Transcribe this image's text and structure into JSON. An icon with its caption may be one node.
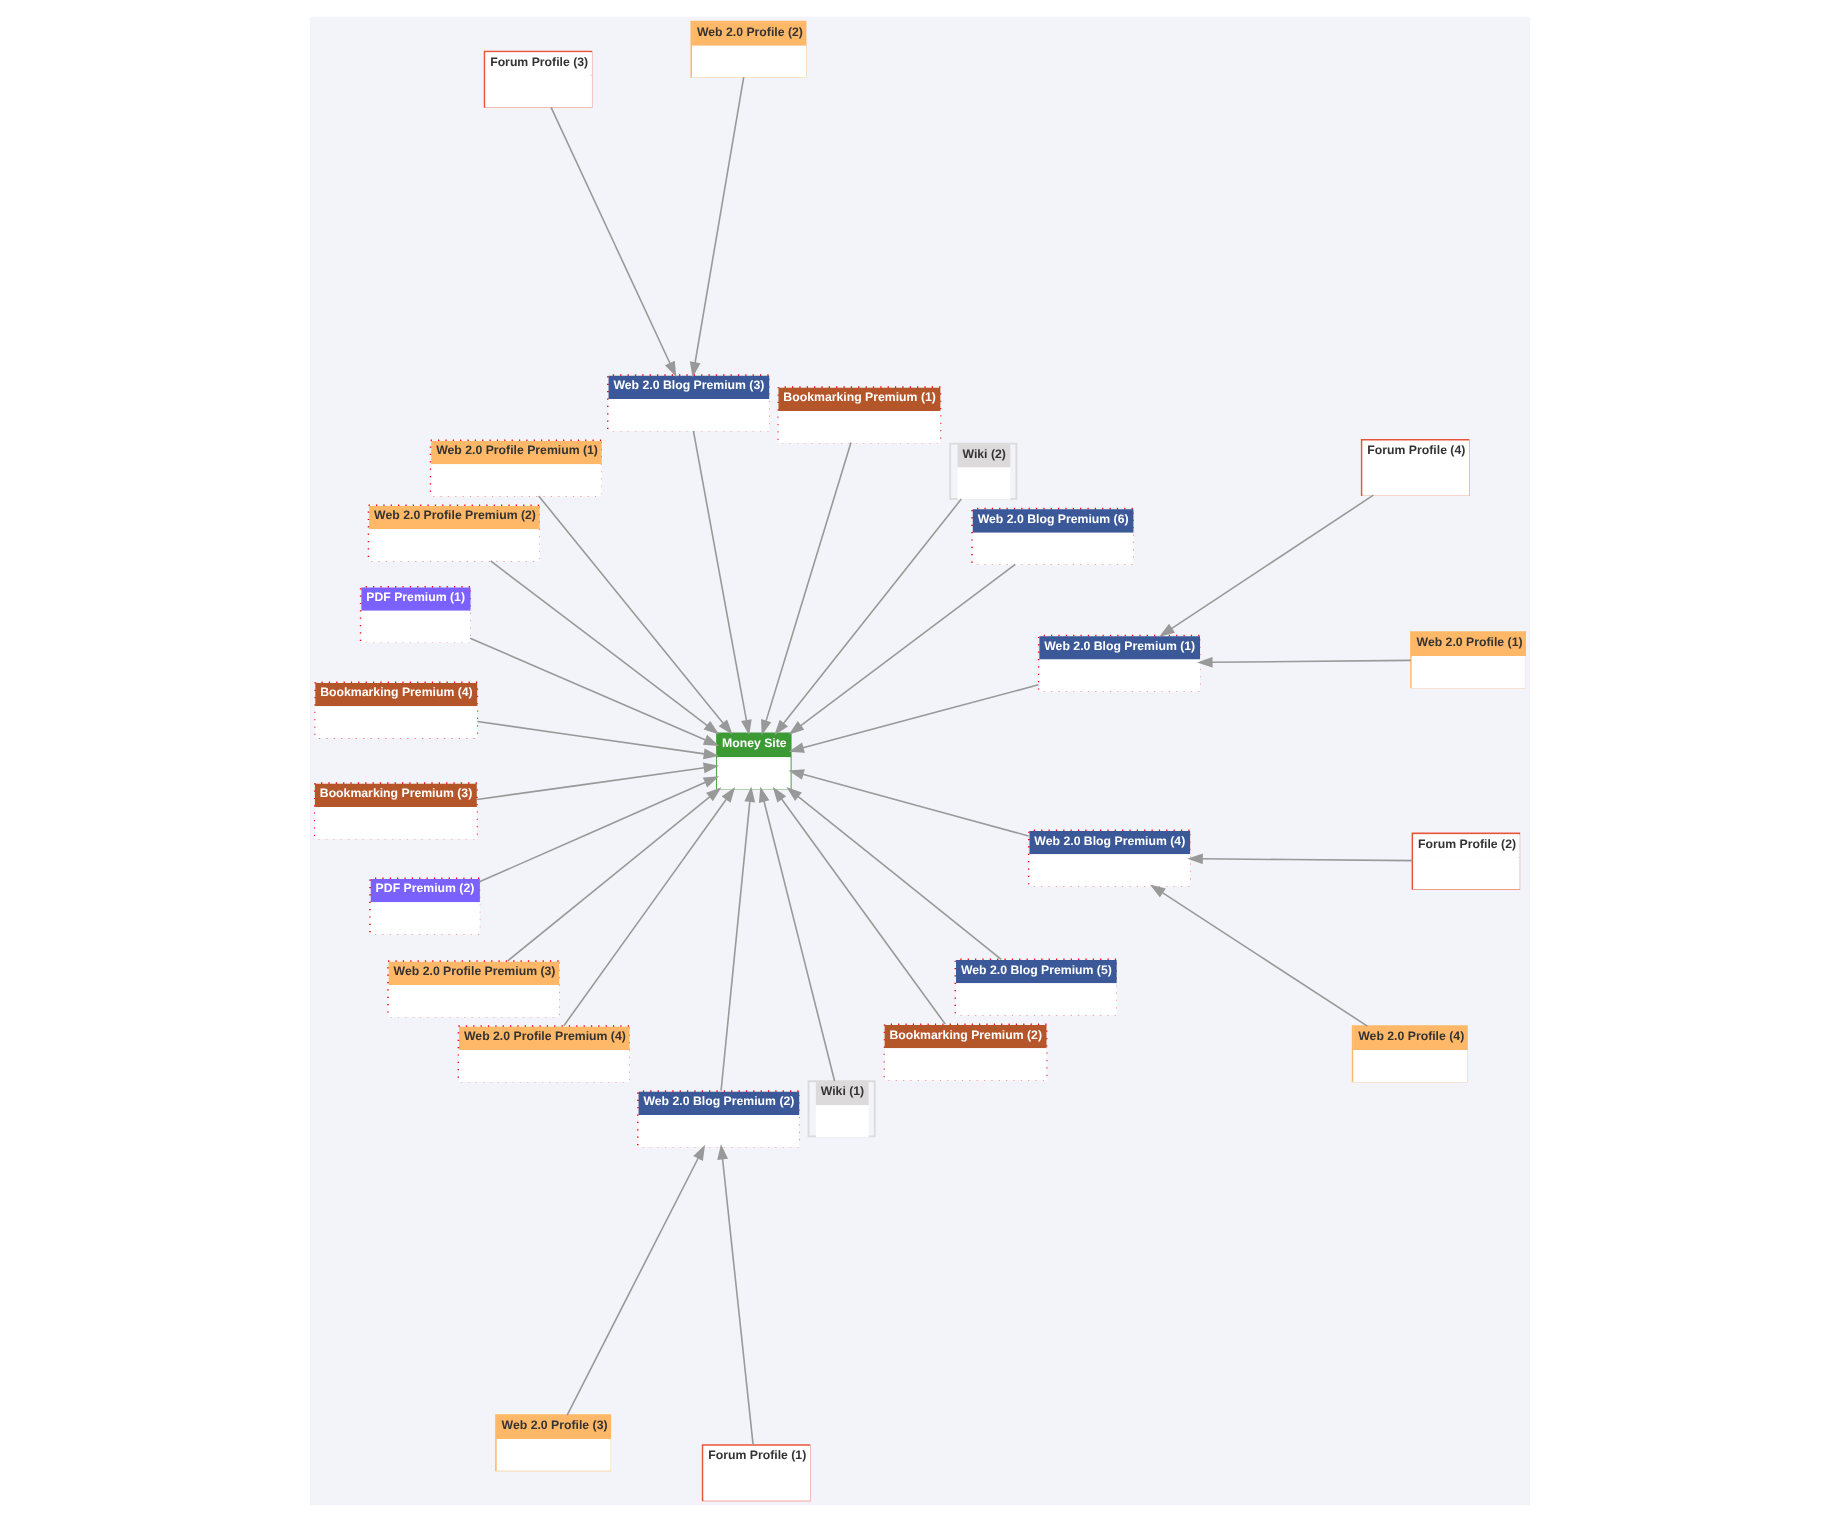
{
  "diagram": {
    "nodes": [
      {
        "text": [
          "Web 2.0 Profile (1)"
        ]
      },
      {
        "text": [
          "Web 2.0 Profile (2)"
        ]
      },
      {
        "text": [
          "Forum Profile (4)"
        ]
      },
      {
        "text": [
          "Web 2.0 Blog Premium (1)"
        ]
      },
      {
        "text": [
          "Web 2.0 Blog Premium (6)"
        ]
      },
      {
        "text": [
          "Wiki (2)"
        ]
      },
      {
        "text": [
          "Bookmarking Premium (1)"
        ]
      },
      {
        "text": [
          "Web 2.0 Blog Premium (3)"
        ]
      },
      {
        "text": [
          "Forum Profile (3)"
        ]
      },
      {
        "text": [
          "Web 2.0 Profile Premium (1)"
        ]
      },
      {
        "text": [
          "Web 2.0 Profile Premium (2)"
        ]
      },
      {
        "text": [
          "PDF Premium (1)"
        ]
      },
      {
        "text": [
          "Money Site"
        ]
      },
      {
        "text": [
          "Bookmarking Premium (4)"
        ]
      },
      {
        "text": [
          "Bookmarking Premium (3)"
        ]
      },
      {
        "text": [
          "PDF Premium (2)"
        ]
      },
      {
        "text": [
          "Web 2.0 Profile Premium (3)"
        ]
      },
      {
        "text": [
          "Web 2.0 Profile Premium (4)"
        ]
      },
      {
        "text": [
          "Web 2.0 Profile (3)"
        ]
      },
      {
        "text": [
          "Web 2.0 Blog Premium (2)"
        ]
      },
      {
        "text": [
          "Wiki (1)"
        ]
      },
      {
        "text": [
          "Bookmarking Premium (2)"
        ]
      },
      {
        "text": [
          "Web 2.0 Blog Premium (5)"
        ]
      },
      {
        "text": [
          "Web 2.0 Blog Premium (4)"
        ]
      },
      {
        "text": [
          "Web 2.0 Profile (4)"
        ]
      },
      {
        "text": [
          "Forum Profile (1)"
        ]
      },
      {
        "text": [
          "Forum Profile (2)"
        ]
      }
    ],
    "edges": [
      {
        "from": 0,
        "to": 3,
        "arrow": "to"
      },
      {
        "from": 2,
        "to": 3,
        "arrow": "to"
      },
      {
        "from": 1,
        "to": 7,
        "arrow": "to"
      },
      {
        "from": 8,
        "to": 7,
        "arrow": "to"
      },
      {
        "from": 3,
        "to": 12,
        "arrow": "to"
      },
      {
        "from": 4,
        "to": 12,
        "arrow": "to"
      },
      {
        "from": 5,
        "to": 12,
        "arrow": "to"
      },
      {
        "from": 6,
        "to": 12,
        "arrow": "to"
      },
      {
        "from": 7,
        "to": 12,
        "arrow": "to"
      },
      {
        "from": 10,
        "to": 12,
        "arrow": "to"
      },
      {
        "from": 13,
        "to": 12,
        "arrow": "to"
      },
      {
        "from": 15,
        "to": 12,
        "arrow": "to"
      },
      {
        "from": 17,
        "to": 12,
        "arrow": "to"
      },
      {
        "from": 23,
        "to": 12,
        "arrow": "to"
      },
      {
        "from": 22,
        "to": 12,
        "arrow": "to"
      },
      {
        "from": 21,
        "to": 12,
        "arrow": "to"
      },
      {
        "from": 20,
        "to": 12,
        "arrow": "to"
      },
      {
        "from": 19,
        "to": 12,
        "arrow": "to"
      },
      {
        "from": 16,
        "to": 12,
        "arrow": "to"
      },
      {
        "from": 14,
        "to": 12,
        "arrow": "to"
      },
      {
        "from": 11,
        "to": 12,
        "arrow": "to"
      },
      {
        "from": 9,
        "to": 12,
        "arrow": "to"
      },
      {
        "from": 24,
        "to": 23,
        "arrow": "to"
      },
      {
        "from": 26,
        "to": 23,
        "arrow": "to"
      },
      {
        "from": 18,
        "to": 19,
        "arrow": "to"
      },
      {
        "from": 25,
        "to": 19,
        "arrow": "to"
      }
    ]
  }
}
